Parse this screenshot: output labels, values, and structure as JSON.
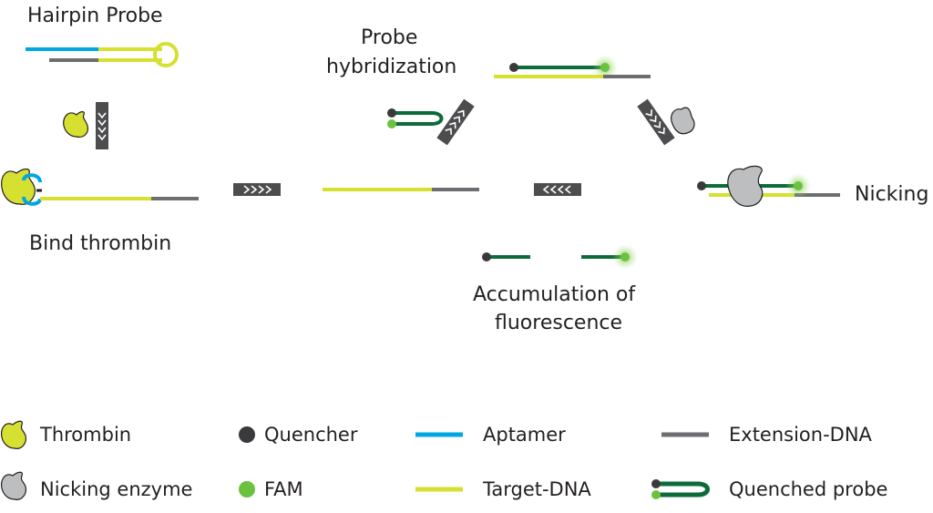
{
  "colors": {
    "aptamer": "#00a7e1",
    "target_dna": "#d6e031",
    "extension_dna": "#6d6e71",
    "probe": "#0d6b3a",
    "quencher": "#3a3a3c",
    "fam": "#6bc23f",
    "thrombin": "#d6e031",
    "nicking_enzyme": "#bcbec0",
    "arrow": "#4d4d4f"
  },
  "labels": {
    "hairpin_probe": "Hairpin Probe",
    "bind_thrombin": "Bind thrombin",
    "probe_hybridization_1": "Probe",
    "probe_hybridization_2": "hybridization",
    "nicking": "Nicking",
    "accumulation_1": "Accumulation of",
    "accumulation_2": "fluorescence"
  },
  "legend": {
    "thrombin": "Thrombin",
    "nicking_enzyme": "Nicking enzyme",
    "quencher": "Quencher",
    "fam": "FAM",
    "aptamer": "Aptamer",
    "target_dna": "Target-DNA",
    "extension_dna": "Extension-DNA",
    "quenched_probe": "Quenched probe"
  }
}
